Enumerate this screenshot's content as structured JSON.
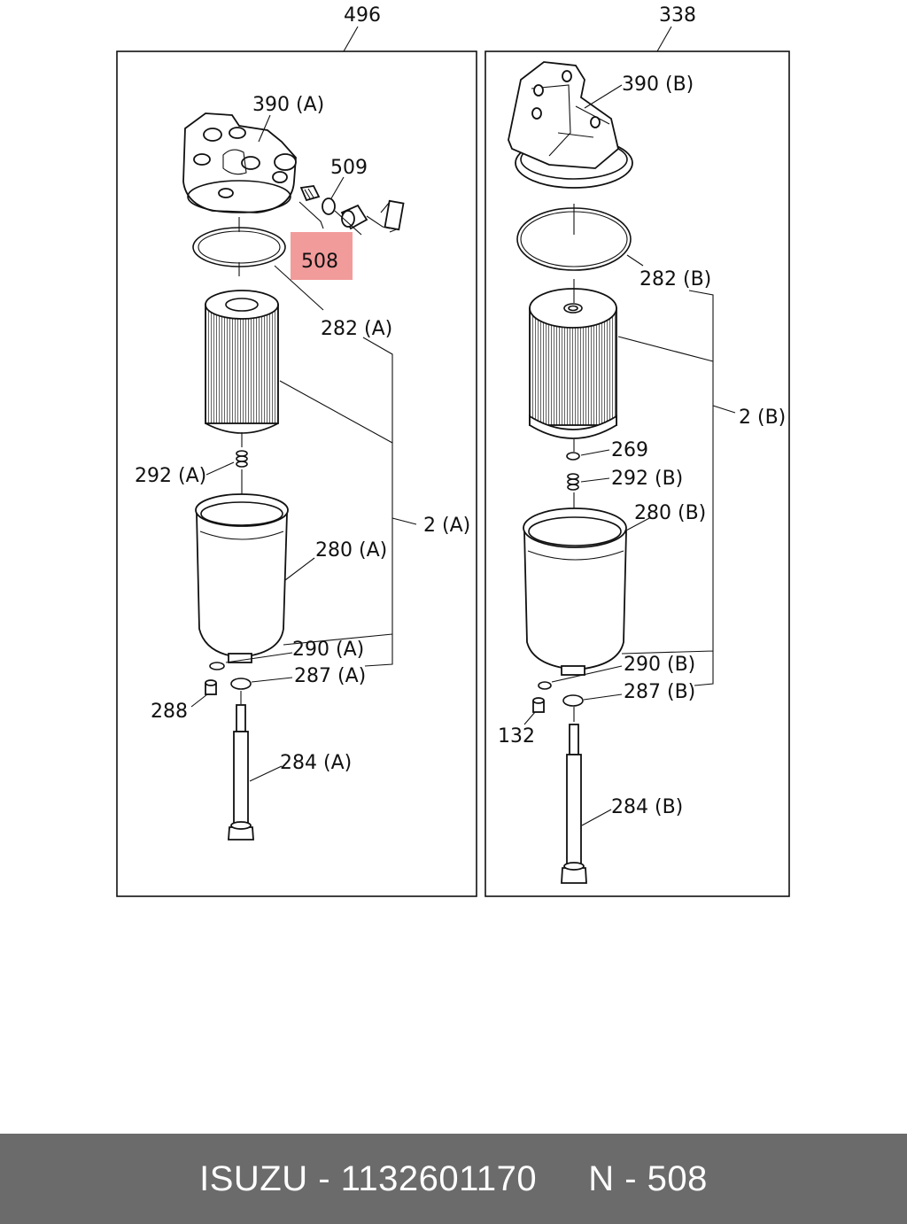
{
  "highlight_color": "#f08a8a",
  "assemblies": {
    "left": {
      "number": "496"
    },
    "right": {
      "number": "338"
    }
  },
  "labels": {
    "l_390": "390 (A)",
    "l_509": "509",
    "l_508": "508",
    "l_282": "282 (A)",
    "l_292": "292 (A)",
    "l_2": "2 (A)",
    "l_280": "280 (A)",
    "l_290": "290 (A)",
    "l_287": "287 (A)",
    "l_288": "288",
    "l_284": "284 (A)",
    "r_390": "390 (B)",
    "r_282": "282 (B)",
    "r_2": "2 (B)",
    "r_269": "269",
    "r_292": "292 (B)",
    "r_280": "280 (B)",
    "r_290": "290 (B)",
    "r_287": "287 (B)",
    "r_132": "132",
    "r_284": "284 (B)"
  },
  "footer": {
    "brand": "ISUZU",
    "sep1": " - ",
    "part_number": "1132601170",
    "gap": "     ",
    "ref_prefix": "N",
    "sep2": " - ",
    "ref_number": "508"
  }
}
